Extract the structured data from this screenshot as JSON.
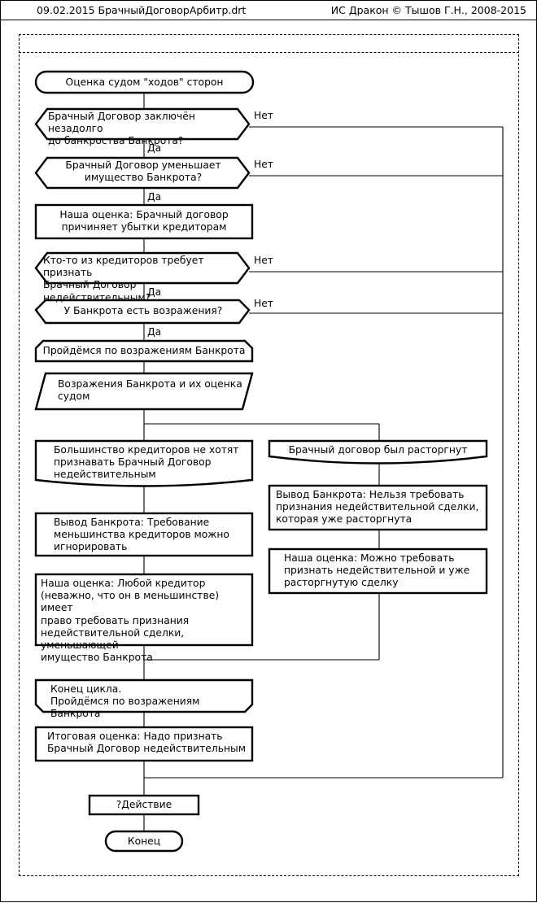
{
  "header": {
    "left": "09.02.2015  БрачныйДоговорАрбитр.drt",
    "right": "ИС Дракон © Тышов Г.Н., 2008-2015"
  },
  "diagram": {
    "kind": "drakon-flowchart",
    "colors": {
      "stroke": "#000000",
      "fill": "#ffffff",
      "background": "#ffffff"
    },
    "nodes": [
      {
        "id": "title",
        "shape": "terminator",
        "text": "Оценка судом \"ходов\" сторон"
      },
      {
        "id": "q1",
        "shape": "question",
        "text": "Брачный Договор заключён незадолго\nдо банкроства Банкрота?"
      },
      {
        "id": "q2",
        "shape": "question",
        "text": "Брачный Договор уменьшает\nимущество Банкрота?"
      },
      {
        "id": "a1",
        "shape": "action",
        "text": "Наша оценка: Брачный договор\nпричиняет убытки кредиторам"
      },
      {
        "id": "q3",
        "shape": "question",
        "text": "Кто-то из кредиторов требует признать\nБрачный Договор недействительным?"
      },
      {
        "id": "q4",
        "shape": "question",
        "text": "У Банкрота есть возражения?"
      },
      {
        "id": "loopstart",
        "shape": "loop-begin",
        "text": "Пройдёмся по возражениям Банкрота"
      },
      {
        "id": "input1",
        "shape": "input",
        "text": "Возражения Банкрота и их оценка\nсудом"
      },
      {
        "id": "shelfL",
        "shape": "shelf",
        "text": "Большинство кредиторов не хотят\nпризнавать Брачный Договор\nнедействительным"
      },
      {
        "id": "shelfR",
        "shape": "shelf",
        "text": "Брачный договор был расторгнут"
      },
      {
        "id": "aL1",
        "shape": "action",
        "text": "Вывод Банкрота: Требование\nменьшинства кредиторов можно\nигнорировать"
      },
      {
        "id": "aR1",
        "shape": "action",
        "text": "Вывод Банкрота: Нельзя требовать\nпризнания недействительной сделки,\nкоторая уже расторгнута"
      },
      {
        "id": "aL2",
        "shape": "action",
        "text": "Наша оценка: Любой кредитор\n(неважно, что он в меньшинстве) имеет\nправо требовать признания\nнедействительной сделки, уменьшающей\nимущество Банкрота"
      },
      {
        "id": "aR2",
        "shape": "action",
        "text": "Наша оценка: Можно требовать\nпризнать недействительной и уже\nрасторгнутую сделку"
      },
      {
        "id": "loopend",
        "shape": "loop-end",
        "text": "Конец цикла.\nПройдёмся по возражениям Банкрота"
      },
      {
        "id": "final",
        "shape": "action",
        "text": "Итоговая оценка: Надо признать\nБрачный Договор недействительным"
      },
      {
        "id": "act",
        "shape": "action",
        "text": "?Действие"
      },
      {
        "id": "end",
        "shape": "terminator",
        "text": "Конец"
      }
    ],
    "edge_labels": [
      {
        "id": "q1-no",
        "text": "Нет"
      },
      {
        "id": "q1-yes",
        "text": "Да"
      },
      {
        "id": "q2-no",
        "text": "Нет"
      },
      {
        "id": "q2-yes",
        "text": "Да"
      },
      {
        "id": "q3-no",
        "text": "Нет"
      },
      {
        "id": "q3-yes",
        "text": "Да"
      },
      {
        "id": "q4-no",
        "text": "Нет"
      },
      {
        "id": "q4-yes",
        "text": "Да"
      }
    ]
  }
}
